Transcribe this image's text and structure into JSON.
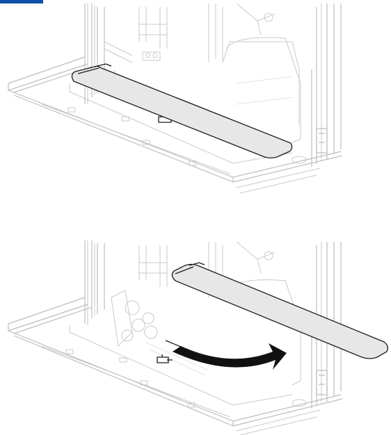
{
  "figure": {
    "step_marker_color": "#0d4ea6",
    "cover_fill": "#e7e7e7",
    "line_color": "#c9c9c9",
    "arrow_color": "#111111",
    "panels": [
      {
        "id": "panel-top",
        "state": "cover-installed"
      },
      {
        "id": "panel-bottom",
        "state": "cover-removed"
      }
    ],
    "arrow": {
      "direction": "right-up",
      "icon": "curved-arrow-icon"
    }
  }
}
